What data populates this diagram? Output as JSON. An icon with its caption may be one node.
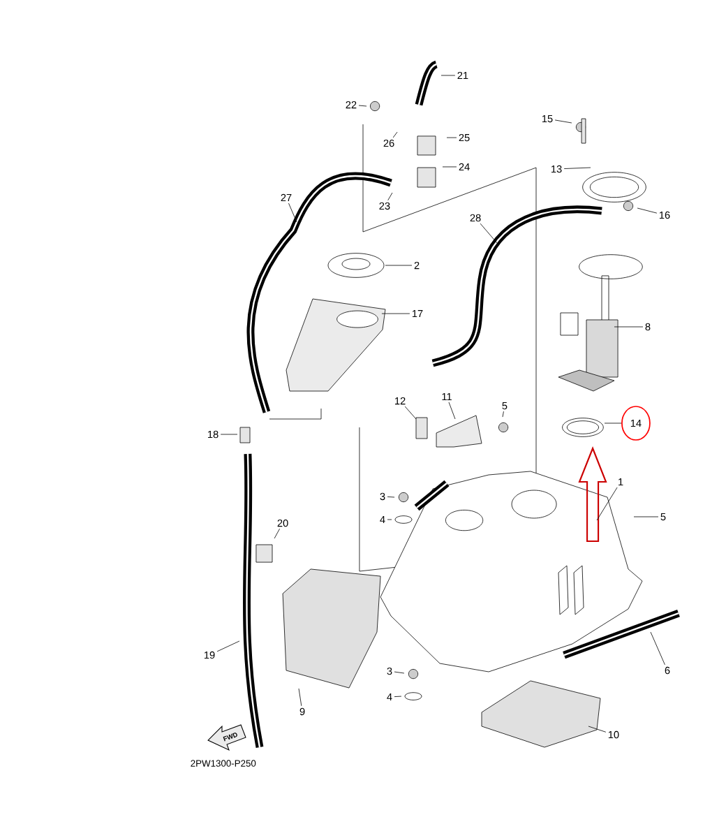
{
  "diagram": {
    "nodes": [
      {
        "text": [
          "21"
        ]
      },
      {
        "text": [
          "22"
        ]
      },
      {
        "text": [
          "25"
        ]
      },
      {
        "text": [
          "26"
        ]
      },
      {
        "text": [
          "24"
        ]
      },
      {
        "text": [
          "15"
        ]
      },
      {
        "text": [
          "13"
        ]
      },
      {
        "text": [
          "23"
        ]
      },
      {
        "text": [
          "27"
        ]
      },
      {
        "text": [
          "16"
        ]
      },
      {
        "text": [
          "28"
        ]
      },
      {
        "text": [
          "2"
        ]
      },
      {
        "text": [
          "17"
        ]
      },
      {
        "text": [
          "8"
        ]
      },
      {
        "text": [
          "11"
        ]
      },
      {
        "text": [
          "12"
        ]
      },
      {
        "text": [
          "5"
        ]
      },
      {
        "text": [
          "14"
        ]
      },
      {
        "text": [
          "18"
        ]
      },
      {
        "text": [
          "1"
        ]
      },
      {
        "text": [
          "3"
        ]
      },
      {
        "text": [
          "4"
        ]
      },
      {
        "text": [
          "20"
        ]
      },
      {
        "text": [
          "5"
        ]
      },
      {
        "text": [
          "19"
        ]
      },
      {
        "text": [
          "6"
        ]
      },
      {
        "text": [
          "3"
        ]
      },
      {
        "text": [
          "4"
        ]
      },
      {
        "text": [
          "9"
        ]
      },
      {
        "text": [
          "10"
        ]
      }
    ],
    "edges": [
      {
        "from": 0,
        "to": null,
        "arrow": "none"
      },
      {
        "from": 1,
        "to": null,
        "arrow": "none"
      },
      {
        "from": 2,
        "to": null,
        "arrow": "none"
      },
      {
        "from": 3,
        "to": null,
        "arrow": "none"
      },
      {
        "from": 4,
        "to": null,
        "arrow": "none"
      },
      {
        "from": 5,
        "to": null,
        "arrow": "none"
      },
      {
        "from": 6,
        "to": null,
        "arrow": "none"
      },
      {
        "from": 7,
        "to": null,
        "arrow": "none"
      },
      {
        "from": 8,
        "to": null,
        "arrow": "none"
      },
      {
        "from": 9,
        "to": null,
        "arrow": "none"
      },
      {
        "from": 10,
        "to": null,
        "arrow": "none"
      },
      {
        "from": 11,
        "to": null,
        "arrow": "none"
      },
      {
        "from": 12,
        "to": null,
        "arrow": "none"
      },
      {
        "from": 13,
        "to": null,
        "arrow": "none"
      },
      {
        "from": 14,
        "to": null,
        "arrow": "none"
      },
      {
        "from": 15,
        "to": null,
        "arrow": "none"
      },
      {
        "from": 16,
        "to": null,
        "arrow": "none"
      },
      {
        "from": 17,
        "to": null,
        "arrow": "none"
      },
      {
        "from": 18,
        "to": null,
        "arrow": "none"
      },
      {
        "from": 19,
        "to": null,
        "arrow": "none"
      },
      {
        "from": 20,
        "to": null,
        "arrow": "none"
      },
      {
        "from": 21,
        "to": null,
        "arrow": "none"
      },
      {
        "from": 22,
        "to": null,
        "arrow": "none"
      },
      {
        "from": 23,
        "to": null,
        "arrow": "none"
      },
      {
        "from": 24,
        "to": null,
        "arrow": "none"
      },
      {
        "from": 25,
        "to": null,
        "arrow": "none"
      },
      {
        "from": 26,
        "to": null,
        "arrow": "none"
      },
      {
        "from": 27,
        "to": null,
        "arrow": "none"
      },
      {
        "from": 28,
        "to": null,
        "arrow": "none"
      },
      {
        "from": 29,
        "to": null,
        "arrow": "none"
      }
    ],
    "labels": [
      "FWD",
      "2PW1300-P250"
    ]
  }
}
